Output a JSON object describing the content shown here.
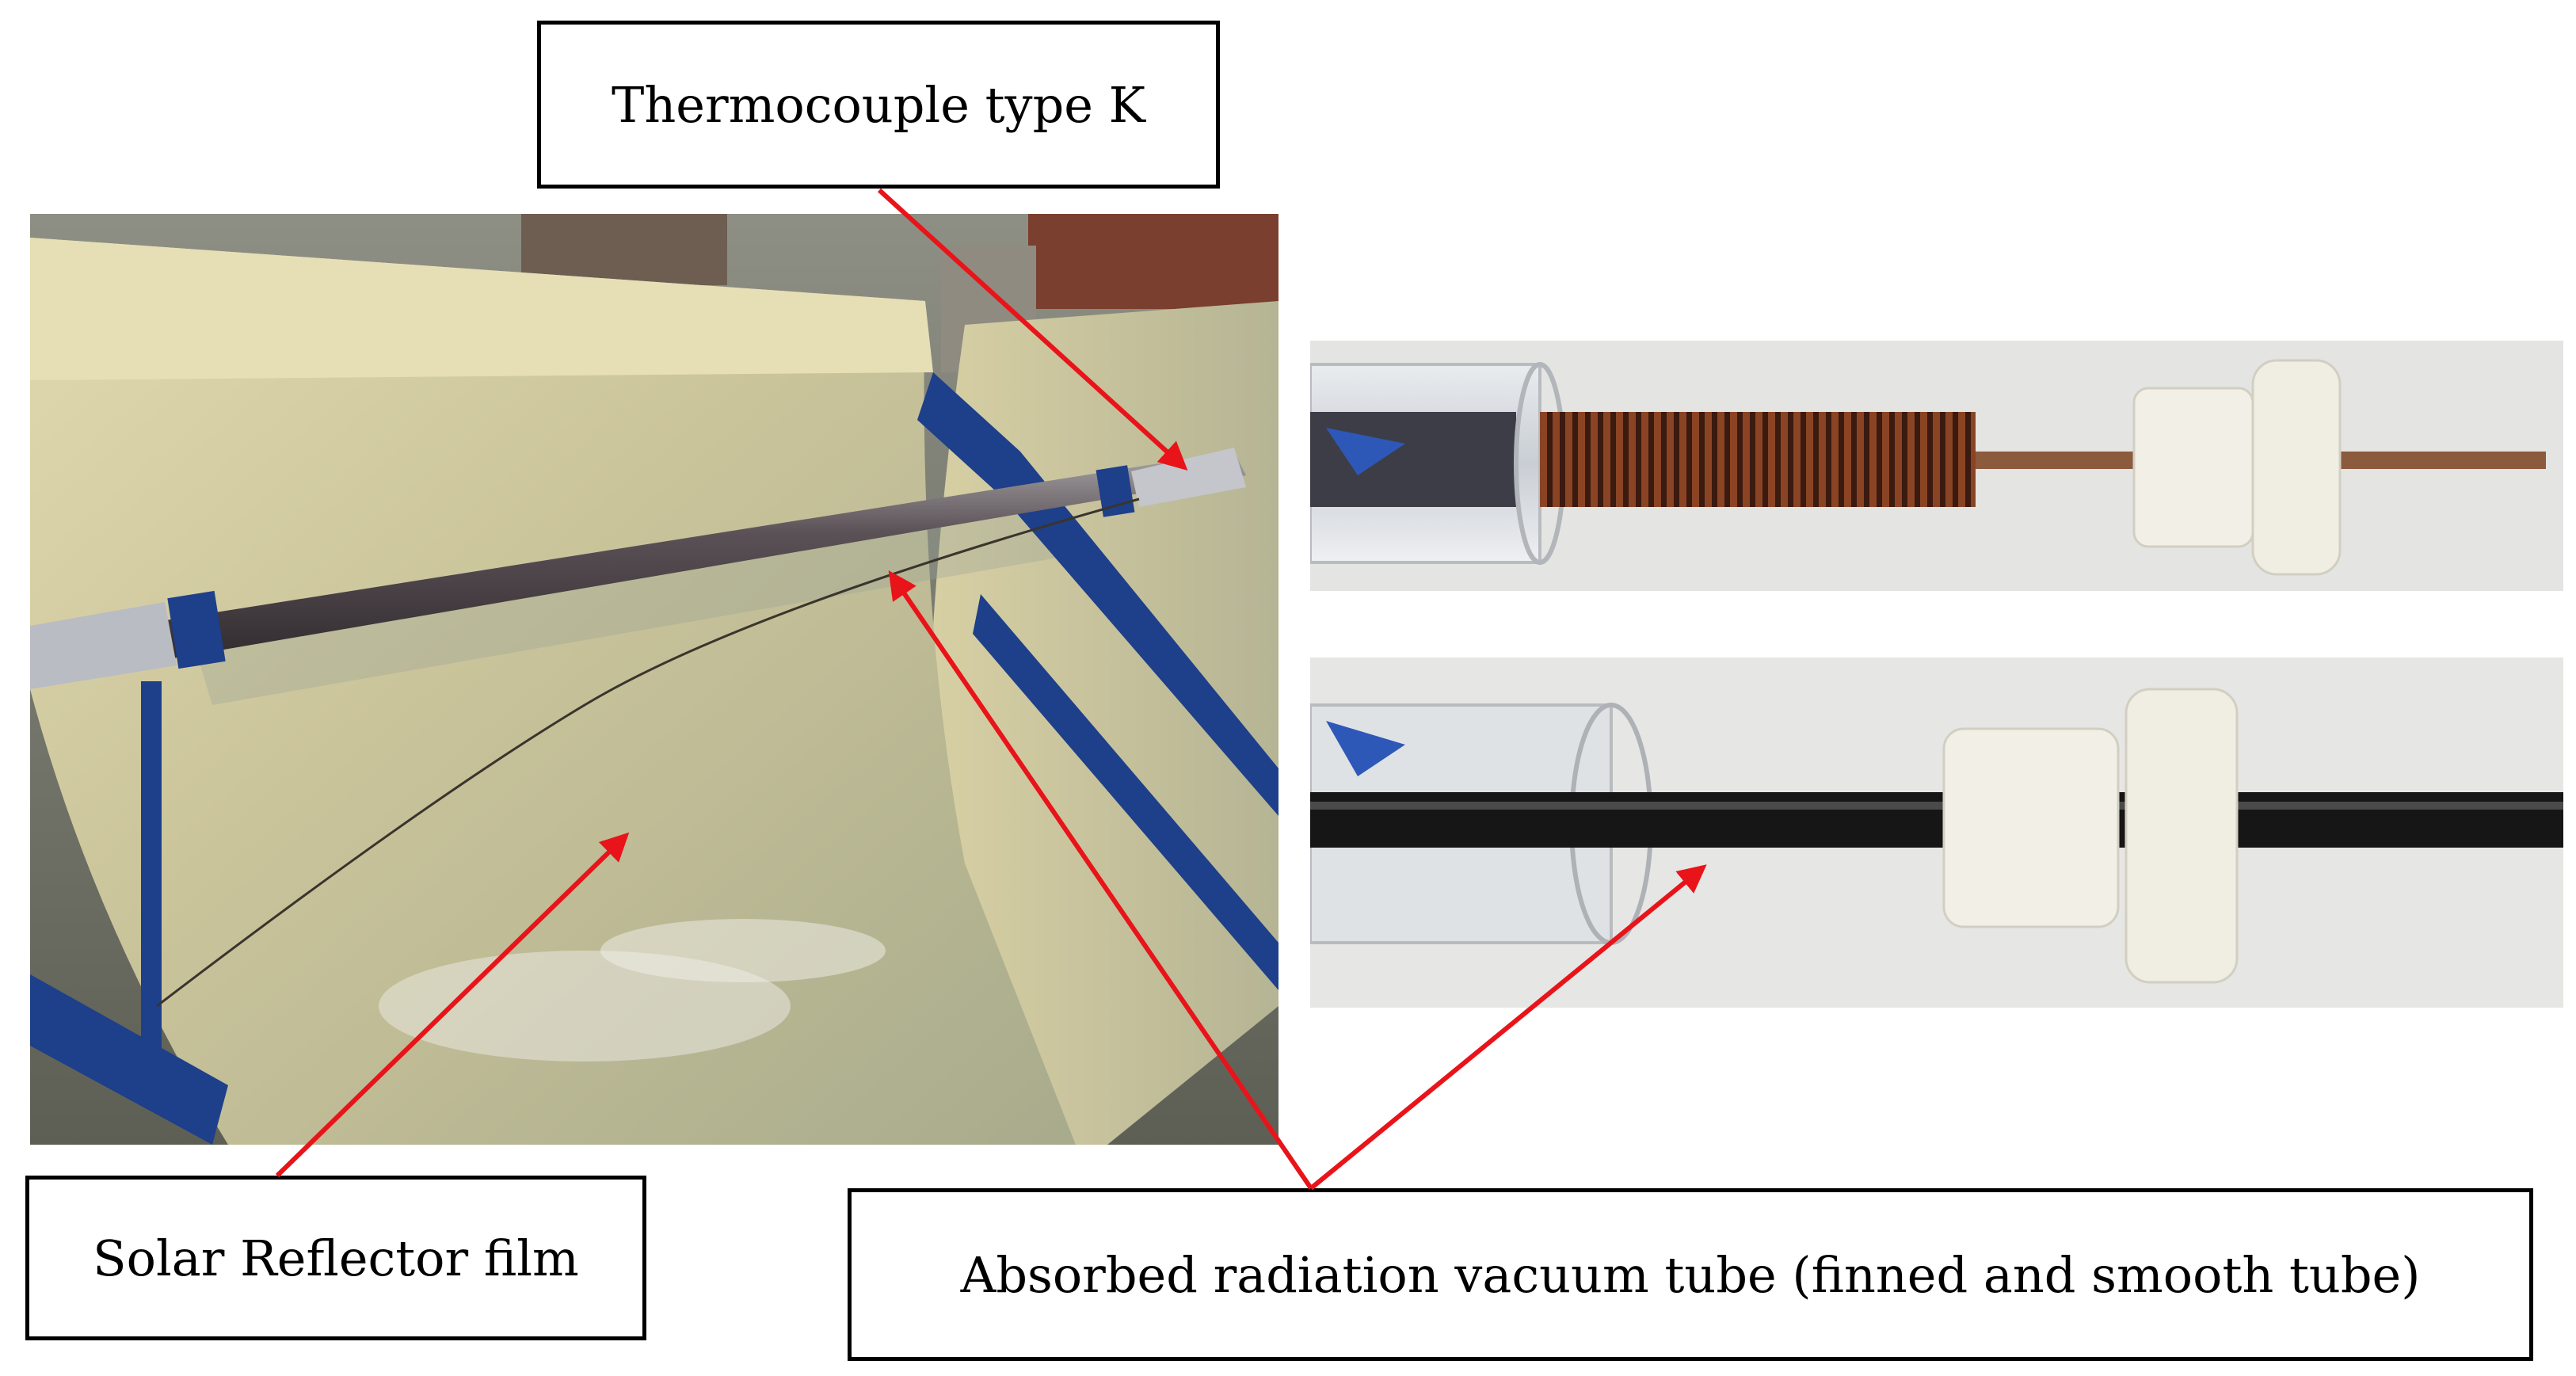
{
  "callouts": {
    "thermocouple": "Thermocouple type K",
    "reflector": "Solar Reflector film",
    "absorber": "Absorbed radiation vacuum tube (finned and smooth tube)"
  },
  "colors": {
    "arrow": "#e8141a",
    "box_border": "#000000",
    "reflector_film": "#cfc9a2",
    "frame_blue": "#1e3f8a",
    "copper_fins": "#7a3a1e",
    "smooth_tube": "#1a1a1a",
    "ptfe_fitting": "#f2f0e6"
  },
  "photos": [
    {
      "name": "parabolic-trough-collector-photo"
    },
    {
      "name": "finned-tube-photo"
    },
    {
      "name": "smooth-tube-photo"
    }
  ]
}
